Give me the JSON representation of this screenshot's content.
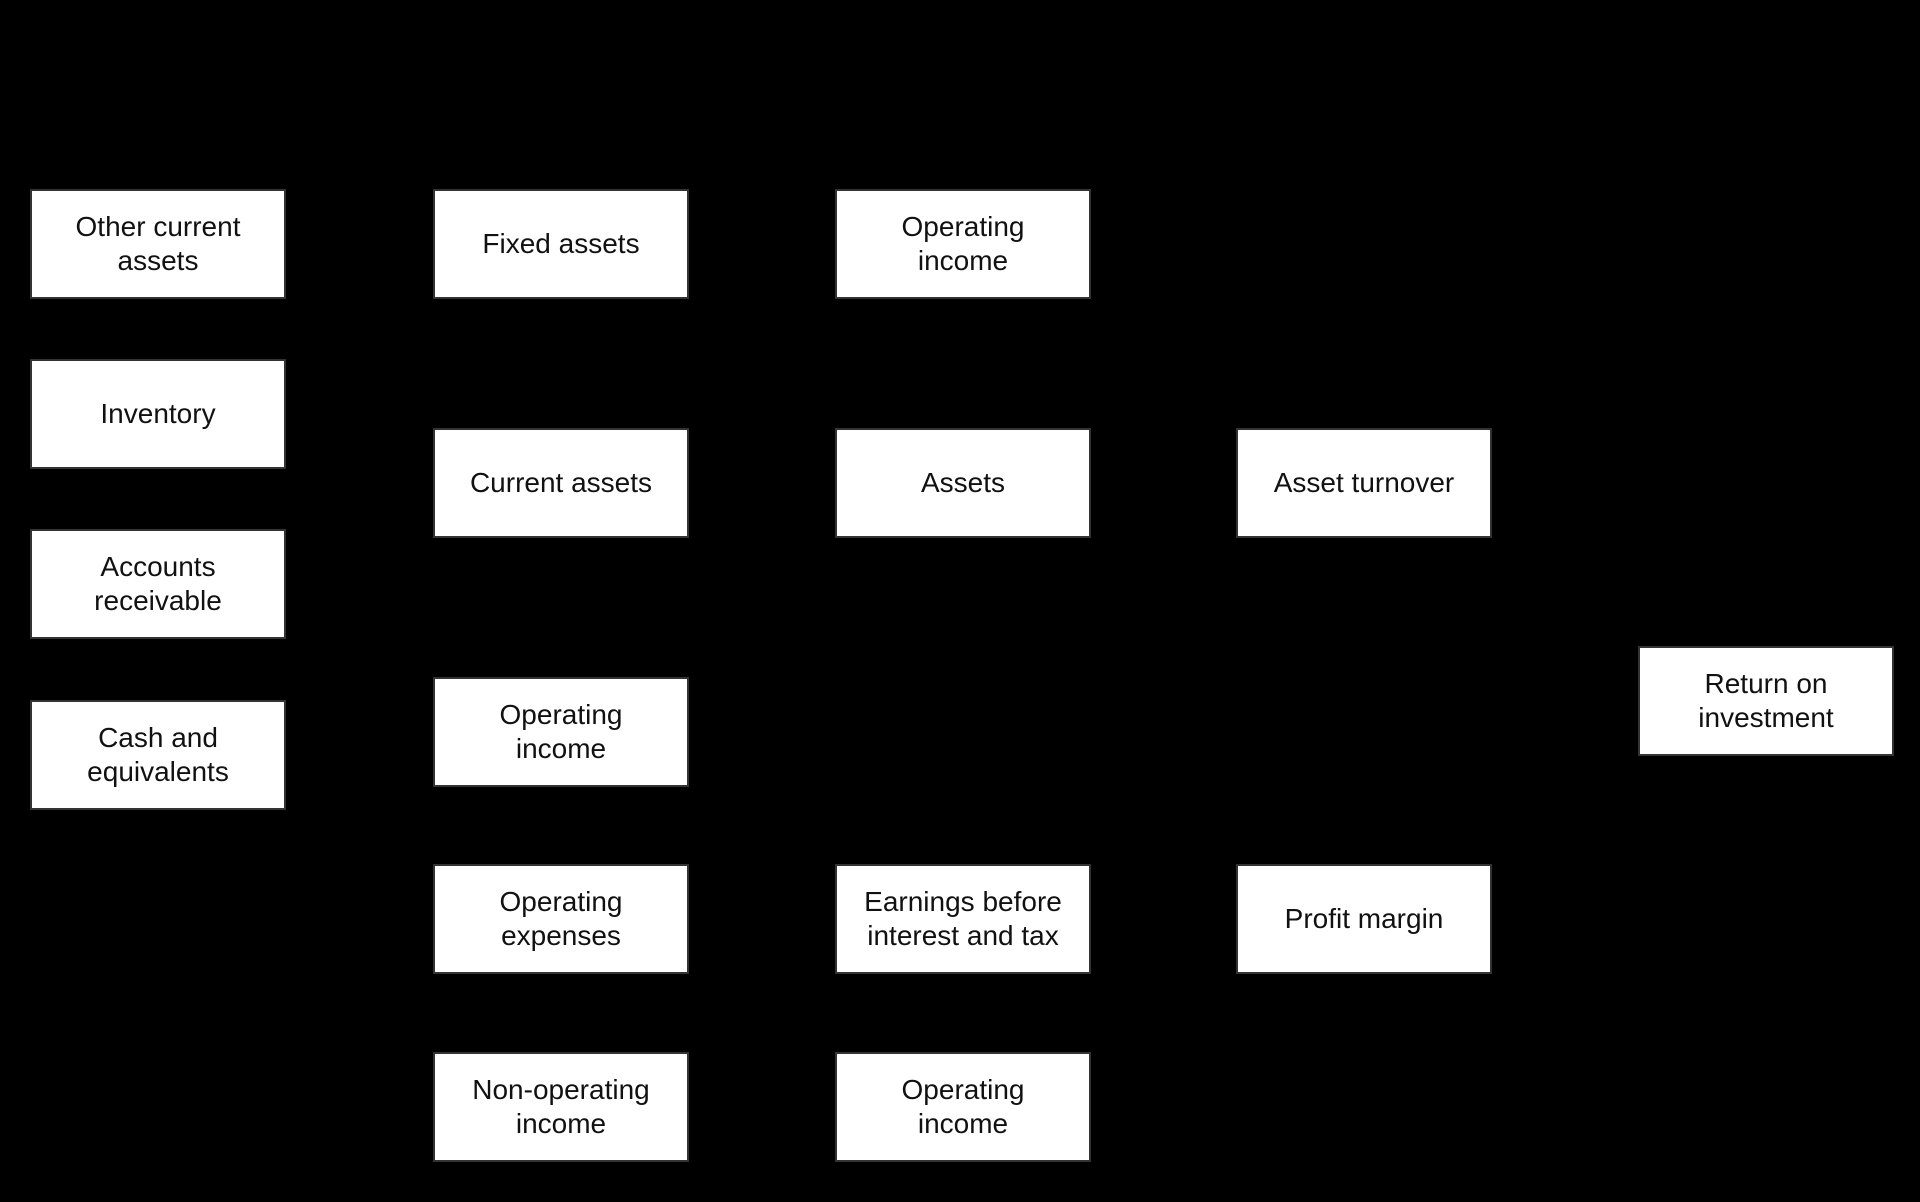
{
  "diagram": {
    "type": "flowchart",
    "colors": {
      "background": "#000000",
      "node-fill": "#ffffff",
      "node-border": "#333333",
      "node-text": "#111111"
    },
    "nodes": [
      {
        "id": "other-current-assets",
        "label": "Other current\nassets"
      },
      {
        "id": "inventory",
        "label": "Inventory"
      },
      {
        "id": "accounts-receivable",
        "label": "Accounts\nreceivable"
      },
      {
        "id": "cash-and-equivalents",
        "label": "Cash and\nequivalents"
      },
      {
        "id": "fixed-assets",
        "label": "Fixed assets"
      },
      {
        "id": "current-assets",
        "label": "Current assets"
      },
      {
        "id": "operating-income-margin-side",
        "label": "Operating\nincome"
      },
      {
        "id": "operating-expenses",
        "label": "Operating\nexpenses"
      },
      {
        "id": "non-operating-income",
        "label": "Non-operating\nincome"
      },
      {
        "id": "operating-income-turnover-side",
        "label": "Operating\nincome"
      },
      {
        "id": "assets",
        "label": "Assets"
      },
      {
        "id": "earnings-before-interest-and-tax",
        "label": "Earnings before\ninterest and tax"
      },
      {
        "id": "operating-income-bottom",
        "label": "Operating\nincome"
      },
      {
        "id": "asset-turnover",
        "label": "Asset turnover"
      },
      {
        "id": "profit-margin",
        "label": "Profit margin"
      },
      {
        "id": "return-on-investment",
        "label": "Return on\ninvestment"
      }
    ]
  }
}
